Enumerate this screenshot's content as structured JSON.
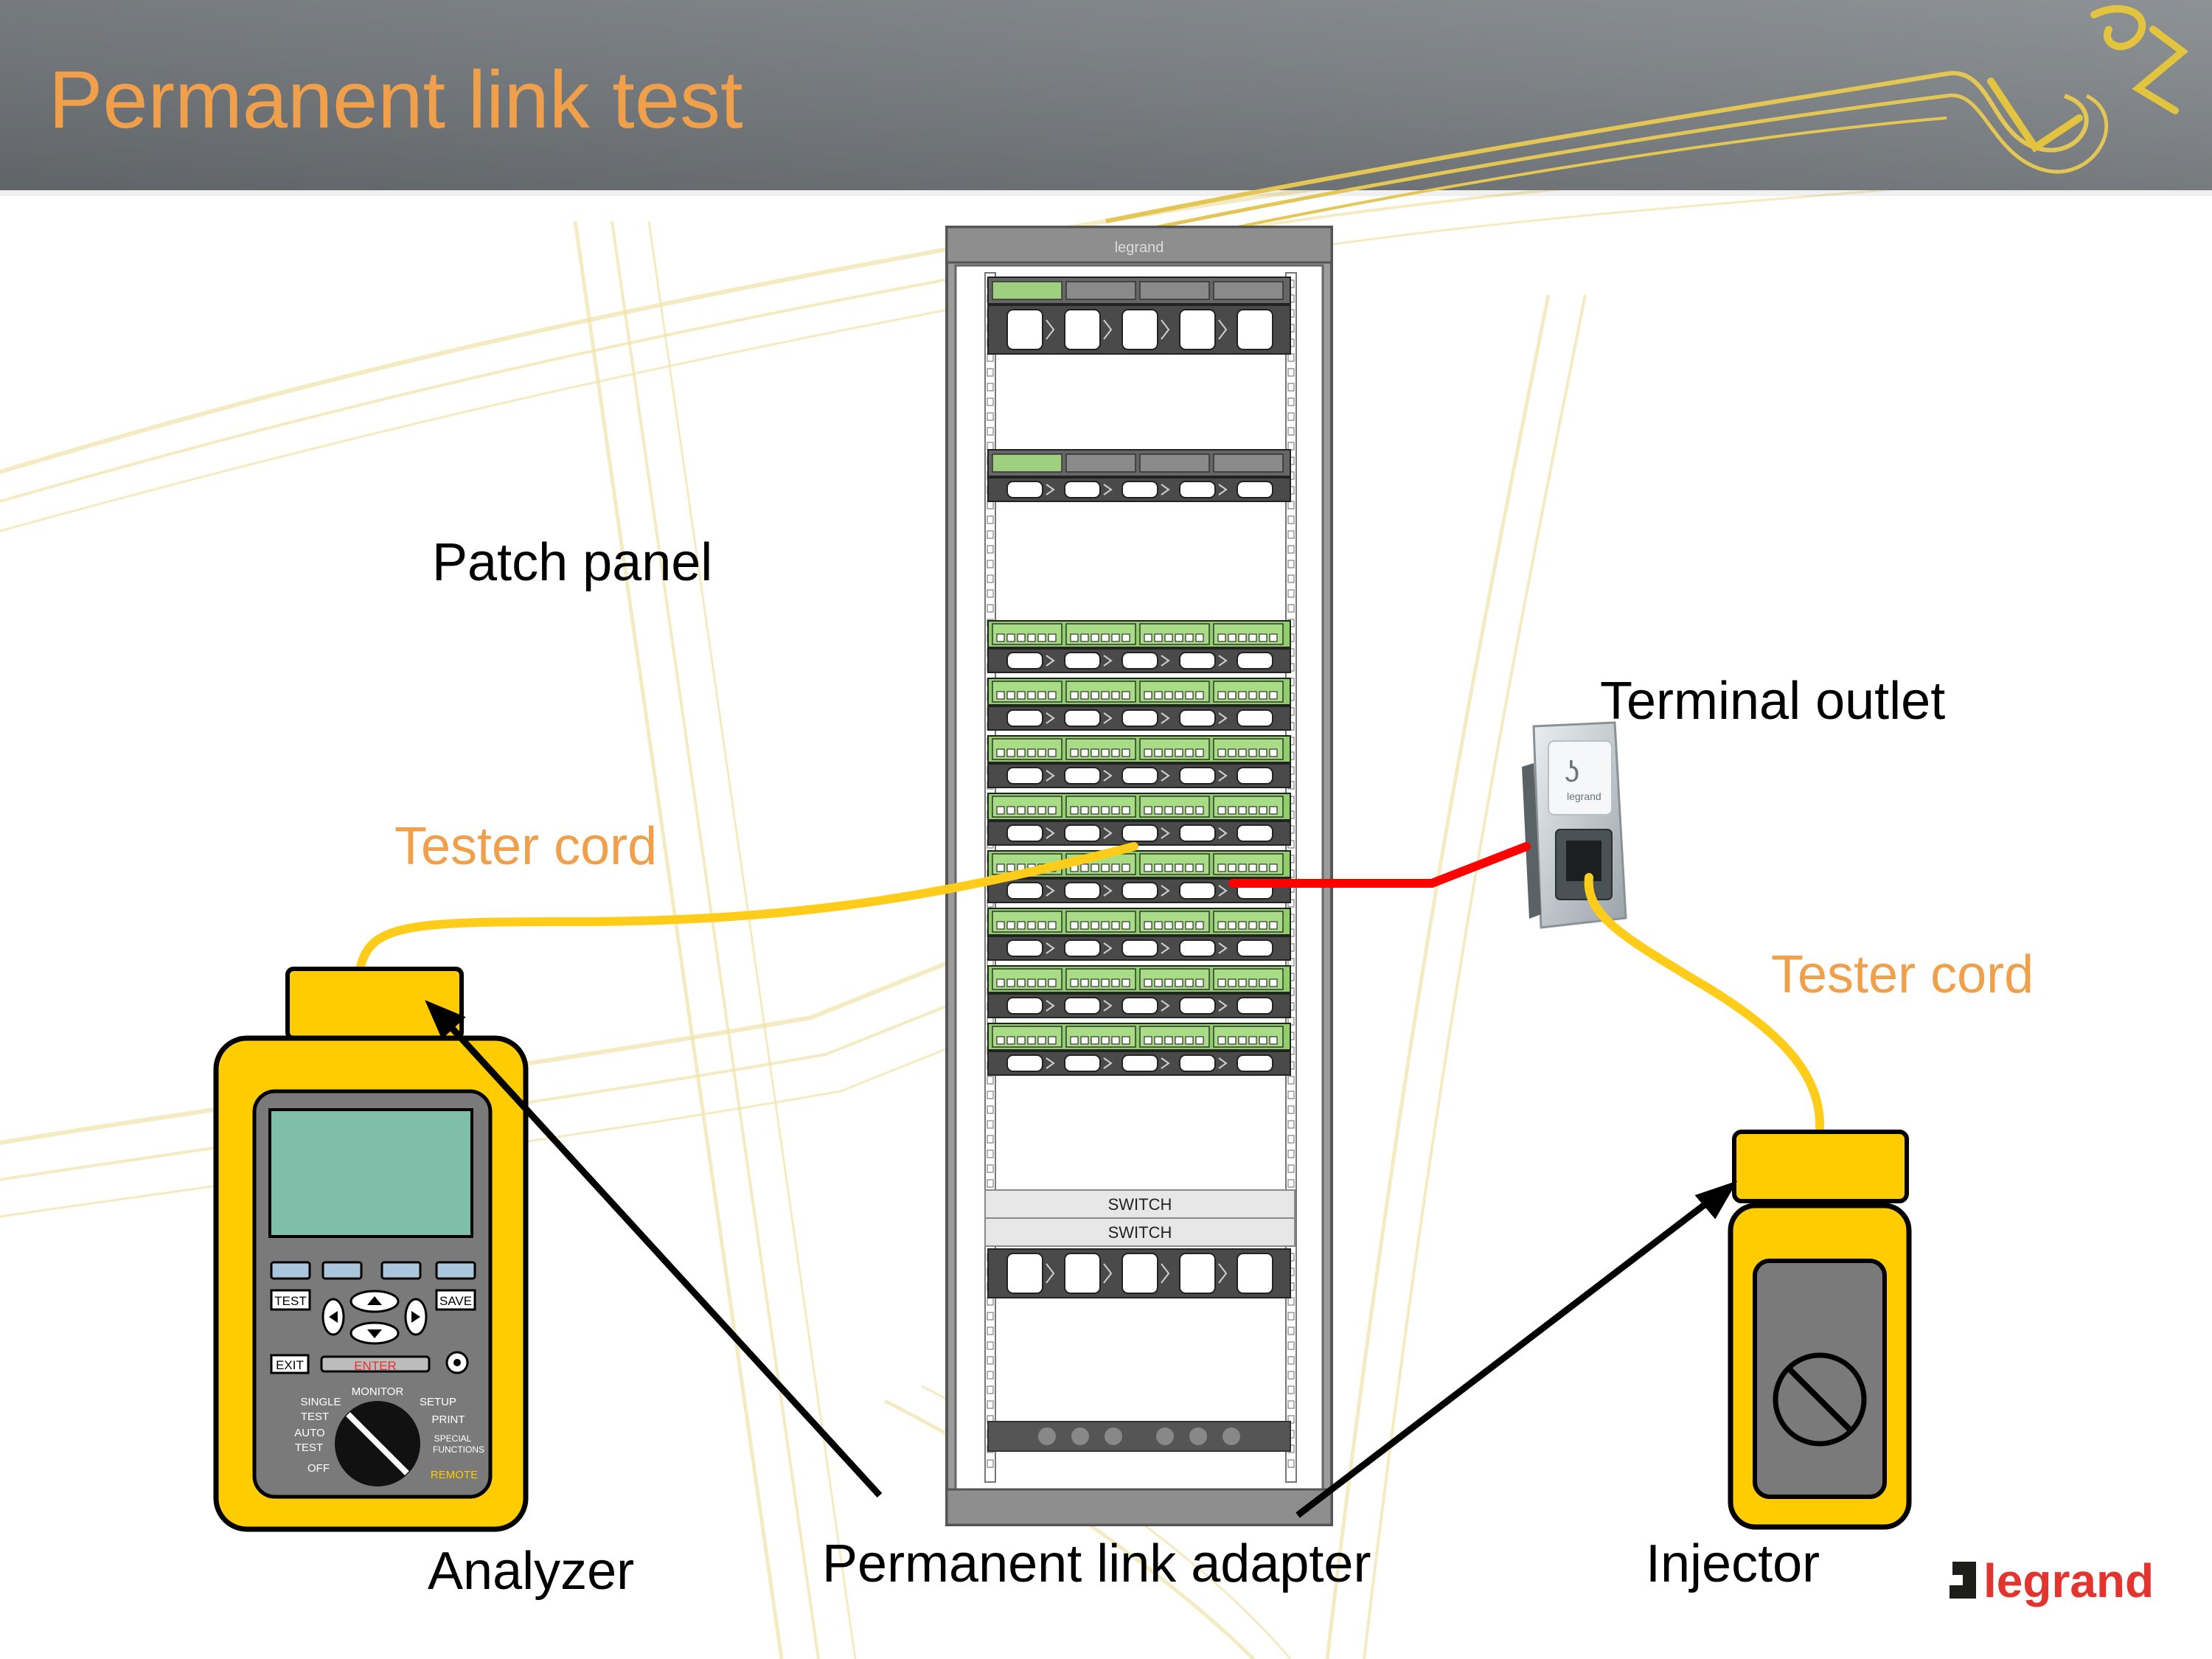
{
  "slide": {
    "title": "Permanent link test",
    "brand": "legrand",
    "colors": {
      "title": "#f0a04a",
      "orange_label": "#f0a04a",
      "header_dark": "#5f6468",
      "tester_yellow": "#ffcc00",
      "cord_yellow": "#ffcc1a",
      "red_link": "#ff0000",
      "screen": "#7fbfaa",
      "brand_red": "#e3342f"
    }
  },
  "labels": {
    "patch_panel": "Patch panel",
    "terminal_outlet": "Terminal outlet",
    "tester_cord_left": "Tester cord",
    "tester_cord_right": "Tester cord",
    "analyzer": "Analyzer",
    "permanent_link_adapter": "Permanent link adapter",
    "injector": "Injector"
  },
  "rack": {
    "header_brand": "legrand",
    "switch_label_1": "SWITCH",
    "switch_label_2": "SWITCH"
  },
  "analyzer": {
    "btn_test": "TEST",
    "btn_save": "SAVE",
    "btn_exit": "EXIT",
    "btn_enter": "ENTER",
    "dial_monitor": "MONITOR",
    "dial_single": "SINGLE",
    "dial_test1": "TEST",
    "dial_auto": "AUTO",
    "dial_test2": "TEST",
    "dial_off": "OFF",
    "dial_setup": "SETUP",
    "dial_print": "PRINT",
    "dial_special": "SPECIAL",
    "dial_functions": "FUNCTIONS",
    "dial_remote": "REMOTE"
  },
  "outlet": {
    "brand": "legrand"
  }
}
